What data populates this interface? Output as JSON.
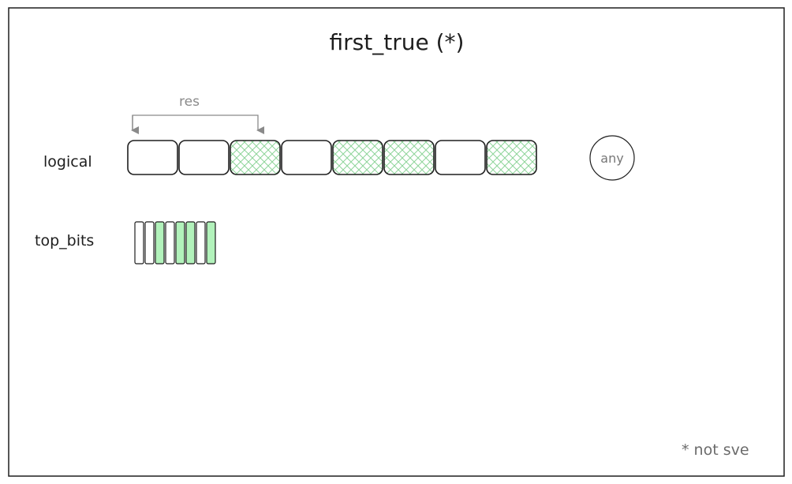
{
  "title": "first_true (*)",
  "rows": {
    "logical_label": "logical",
    "top_bits_label": "top_bits"
  },
  "res_label": "res",
  "any_label": "any",
  "footnote": "* not sve",
  "logical_lanes": [
    false,
    false,
    true,
    false,
    true,
    true,
    false,
    true
  ],
  "top_bits": [
    false,
    false,
    true,
    false,
    true,
    true,
    false,
    true
  ],
  "colors": {
    "true_fill": "#b2f2bb",
    "true_hatch": "#8ed49a",
    "stroke": "#1e1e1e",
    "muted": "#8a8a8a"
  }
}
